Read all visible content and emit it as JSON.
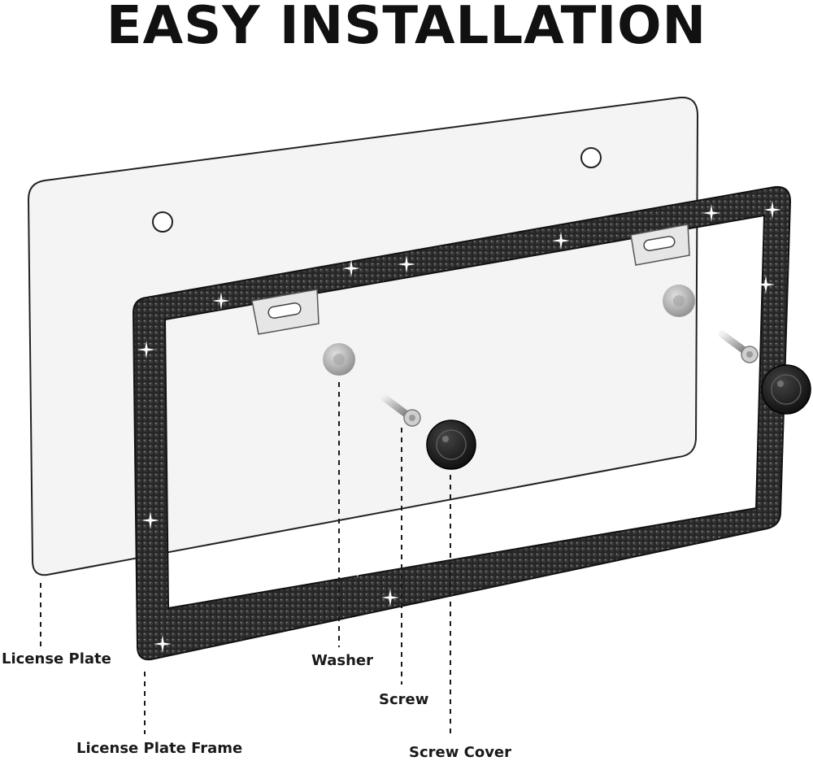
{
  "title": "EASY INSTALLATION",
  "parts": {
    "license_plate": "License Plate",
    "license_plate_frame": "License Plate Frame",
    "washer": "Washer",
    "screw": "Screw",
    "screw_cover": "Screw Cover"
  },
  "colors": {
    "title": "#111111",
    "frame": "#202020",
    "plate_fill": "#f4f4f4",
    "plate_stroke": "#222222",
    "washer": "#bcbcbc",
    "screw": "#d9d9d9",
    "screw_cover": "#151515",
    "guide_line": "#1a1a1a"
  }
}
